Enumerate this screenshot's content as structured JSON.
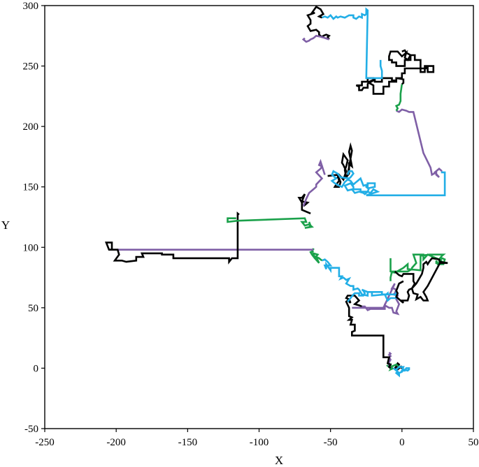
{
  "chart_data": {
    "type": "line",
    "title": "",
    "xlabel": "X",
    "ylabel": "Y",
    "xlim": [
      -250,
      50
    ],
    "ylim": [
      -50,
      300
    ],
    "x_ticks": [
      -250,
      -200,
      -150,
      -100,
      -50,
      0,
      50
    ],
    "y_ticks": [
      -50,
      0,
      50,
      100,
      150,
      200,
      250,
      300
    ],
    "grid": false,
    "legend": "none",
    "colors": {
      "black": "#000000",
      "purple": "#7f5fa6",
      "cyan": "#22aee6",
      "green": "#1ba14b"
    },
    "series": [
      {
        "color": "#000000",
        "x": [
          -2,
          -4,
          -3,
          -2,
          -3,
          -4,
          -2,
          -3,
          -5,
          -3,
          -1,
          0,
          -1
        ],
        "y": [
          1,
          0,
          1,
          3,
          4,
          2,
          1,
          2,
          0,
          -1,
          1,
          0,
          2
        ]
      },
      {
        "color": "#1ba14b",
        "x": [
          -2,
          -4,
          -6,
          -8,
          -8,
          -10,
          -8,
          -7,
          -8,
          -6
        ],
        "y": [
          1,
          3,
          2,
          1,
          3,
          2,
          0,
          1,
          -1,
          0
        ]
      },
      {
        "color": "#22aee6",
        "x": [
          -6,
          -4,
          -2,
          0,
          1,
          4,
          5,
          5,
          3,
          2,
          0,
          1,
          -2,
          -4,
          -3,
          -2,
          -2,
          -4,
          -3
        ],
        "y": [
          0,
          -2,
          -4,
          -3,
          -1,
          -2,
          -1,
          0,
          0,
          -2,
          -2,
          1,
          1,
          -1,
          -3,
          -5,
          -6,
          -4,
          -3
        ]
      },
      {
        "color": "#7f5fa6",
        "x": [
          -8,
          -9,
          -9,
          -8,
          -9,
          -8,
          -9,
          -8,
          -9
        ],
        "y": [
          0,
          2,
          5,
          7,
          9,
          10,
          11,
          12,
          13
        ]
      },
      {
        "color": "#000000",
        "x": [
          -8,
          -9,
          -8,
          -10,
          -9,
          -13,
          -13,
          -35,
          -35,
          -33,
          -33,
          -36,
          -35,
          -37,
          -35,
          -37,
          -37,
          -39,
          -38,
          -36,
          -37,
          -39,
          -38,
          -33,
          -30,
          -33,
          -30,
          -28
        ],
        "y": [
          0,
          1,
          3,
          4,
          9,
          9,
          27,
          27,
          30,
          31,
          36,
          36,
          40,
          40,
          42,
          43,
          50,
          55,
          56,
          54,
          57,
          58,
          60,
          60,
          56,
          53,
          52,
          51
        ]
      },
      {
        "color": "#7f5fa6",
        "x": [
          -28,
          -26,
          -24,
          -22,
          -12,
          -12,
          -9,
          -7,
          -6,
          -3,
          -4,
          -2,
          -3,
          -4,
          -3,
          -6,
          -5,
          -4,
          -6,
          -7,
          -5,
          -13,
          -35
        ],
        "y": [
          51,
          51,
          48,
          49,
          49,
          52,
          50,
          50,
          46,
          45,
          47,
          53,
          55,
          57,
          60,
          61,
          62,
          65,
          66,
          66,
          70,
          50,
          50
        ]
      },
      {
        "color": "#22aee6",
        "x": [
          -38,
          -36,
          -34,
          -33,
          -30,
          -30,
          -27,
          -26,
          -27,
          -28,
          -24,
          -14,
          -14,
          -11,
          -10,
          -10,
          -5,
          -4,
          -4,
          -4,
          -8,
          -10,
          -12,
          -21,
          -21,
          -24,
          -24,
          -28,
          -30,
          -31,
          -34,
          -34,
          -36,
          -39,
          -38,
          -37,
          -39,
          -41,
          -43,
          -42,
          -44,
          -44,
          -50,
          -50,
          -53,
          -53,
          -54,
          -50,
          -52,
          -54,
          -56
        ],
        "y": [
          55,
          58,
          61,
          62,
          62,
          60,
          60,
          62,
          64,
          65,
          63,
          63,
          61,
          61,
          62,
          61,
          61,
          60,
          64,
          58,
          58,
          56,
          61,
          60,
          63,
          63,
          60,
          61,
          65,
          66,
          65,
          68,
          68,
          70,
          72,
          74,
          73,
          75,
          74,
          76,
          76,
          83,
          83,
          81,
          86,
          82,
          85,
          85,
          88,
          90,
          89
        ]
      },
      {
        "color": "#1ba14b",
        "x": [
          -56,
          -58,
          -60,
          -58,
          -61,
          -59,
          -62,
          -61,
          -63,
          -64,
          -62,
          -63,
          -62,
          -62
        ],
        "y": [
          89,
          91,
          92,
          87,
          91,
          94,
          95,
          91,
          94,
          96,
          97,
          96,
          99,
          98
        ]
      },
      {
        "color": "#7f5fa6",
        "x": [
          -62,
          -205
        ],
        "y": [
          98,
          98
        ]
      },
      {
        "color": "#000000",
        "x": [
          -205,
          -203,
          -203,
          -207,
          -205,
          -199,
          -198,
          -201,
          -196,
          -193,
          -186,
          -186,
          -181,
          -182,
          -168,
          -168,
          -160,
          -160,
          -121,
          -121,
          -119,
          -115,
          -115,
          -114
        ],
        "y": [
          98,
          98,
          104,
          104,
          98,
          98,
          94,
          89,
          89,
          88,
          89,
          92,
          92,
          95,
          95,
          94,
          94,
          91,
          91,
          88,
          91,
          91,
          128,
          127
        ]
      },
      {
        "color": "#1ba14b",
        "x": [
          -116,
          -122,
          -122,
          -115,
          -68,
          -67,
          -70,
          -68,
          -65,
          -64,
          -68,
          -63,
          -64,
          -65
        ],
        "y": [
          124,
          124,
          121,
          122,
          124,
          121,
          121,
          118,
          119,
          117,
          116,
          117,
          118,
          121
        ]
      },
      {
        "color": "#000000",
        "x": [
          -64,
          -70,
          -70,
          -72,
          -70,
          -68,
          -70,
          -66,
          -68,
          -69
        ],
        "y": [
          128,
          131,
          137,
          141,
          141,
          144,
          138,
          137,
          135,
          134
        ]
      },
      {
        "color": "#7f5fa6",
        "x": [
          -69,
          -67,
          -65,
          -62,
          -60,
          -60,
          -56,
          -60,
          -57,
          -56,
          -58,
          -57,
          -54
        ],
        "y": [
          134,
          140,
          145,
          148,
          150,
          152,
          157,
          162,
          165,
          167,
          168,
          171,
          160
        ]
      },
      {
        "color": "#000000",
        "x": [
          -52,
          -45,
          -44,
          -46,
          -47,
          -44,
          -43,
          -44,
          -45,
          -44,
          -41,
          -39,
          -41,
          -42,
          -41,
          -38,
          -39,
          -40,
          -39,
          -37,
          -37,
          -35,
          -36,
          -37,
          -36,
          -35,
          -38
        ],
        "y": [
          159,
          160,
          155,
          152,
          150,
          150,
          154,
          157,
          158,
          160,
          156,
          163,
          168,
          170,
          177,
          172,
          167,
          164,
          158,
          161,
          169,
          167,
          173,
          179,
          184,
          180,
          160
        ]
      },
      {
        "color": "#22aee6",
        "x": [
          -38,
          -37,
          -35,
          -34,
          -36,
          -37,
          -43,
          -45,
          -48,
          -49,
          -46,
          -49,
          -47,
          -44,
          -42,
          -40,
          -38,
          -36,
          -34,
          -33,
          -31,
          -29,
          -27,
          -24,
          -25,
          -24,
          -24,
          -19,
          -19,
          -23,
          -24,
          -29,
          -29,
          -34,
          -34,
          -36,
          -40,
          -38,
          -35,
          -33,
          -30,
          -27,
          -26,
          -24,
          -22,
          -20,
          -17,
          -25,
          -25,
          30,
          30,
          28,
          28
        ],
        "y": [
          160,
          163,
          163,
          161,
          158,
          157,
          158,
          161,
          163,
          160,
          157,
          155,
          153,
          151,
          150,
          154,
          156,
          155,
          152,
          153,
          155,
          157,
          151,
          152,
          150,
          149,
          153,
          153,
          150,
          149,
          146,
          146,
          148,
          148,
          150,
          153,
          151,
          147,
          148,
          145,
          146,
          145,
          144,
          146,
          145,
          148,
          146,
          143,
          143,
          143,
          162,
          162,
          163
        ]
      },
      {
        "color": "#7f5fa6",
        "x": [
          28,
          26,
          23,
          26,
          24,
          24,
          21,
          20,
          15,
          8,
          5,
          3,
          0,
          -2,
          -4
        ],
        "y": [
          163,
          165,
          162,
          158,
          160,
          162,
          160,
          166,
          178,
          212,
          212,
          213,
          214,
          212,
          213
        ]
      },
      {
        "color": "#1ba14b",
        "x": [
          -4,
          -3,
          -4,
          -2,
          -1,
          -1,
          0
        ],
        "y": [
          213,
          215,
          217,
          218,
          221,
          227,
          235
        ]
      },
      {
        "color": "#000000",
        "x": [
          0,
          1,
          1,
          -4,
          -4,
          -9,
          -9,
          -13,
          -13,
          -20,
          -20,
          -23,
          -20,
          -20,
          -24,
          -24,
          -28,
          -28,
          -32,
          -30,
          -30,
          -28,
          -27,
          -24,
          -24,
          -23,
          -19,
          -19,
          -14,
          -14,
          -7,
          -7,
          -4,
          -4,
          0,
          0,
          2,
          2,
          17,
          17,
          22,
          22,
          18,
          18,
          16,
          16,
          13,
          13,
          9,
          9,
          6,
          6,
          2,
          2,
          -4,
          -4,
          -7,
          -7,
          -9,
          -9,
          -8,
          -3,
          0,
          2,
          3,
          2,
          4,
          6,
          3,
          2,
          0
        ],
        "y": [
          235,
          236,
          239,
          240,
          237,
          237,
          233,
          233,
          227,
          227,
          234,
          236,
          238,
          240,
          240,
          237,
          237,
          234,
          234,
          233,
          230,
          230,
          232,
          232,
          235,
          237,
          239,
          237,
          237,
          240,
          240,
          238,
          238,
          240,
          240,
          244,
          244,
          248,
          248,
          250,
          250,
          245,
          245,
          250,
          250,
          245,
          245,
          255,
          255,
          259,
          259,
          255,
          255,
          250,
          250,
          253,
          253,
          255,
          255,
          258,
          262,
          262,
          258,
          260,
          261,
          257,
          255,
          259,
          261,
          263,
          262
        ]
      },
      {
        "color": "#22aee6",
        "x": [
          -15,
          -15,
          -14,
          -14,
          -25,
          -24,
          -25,
          -25,
          -26,
          -28,
          -28,
          -30,
          -32,
          -34,
          -34,
          -37,
          -40,
          -43,
          -45,
          -46,
          -48,
          -50,
          -52,
          -54,
          -56
        ],
        "y": [
          255,
          250,
          246,
          240,
          240,
          296,
          297,
          293,
          292,
          293,
          290,
          291,
          289,
          290,
          292,
          292,
          290,
          291,
          290,
          291,
          289,
          292,
          290,
          291,
          290
        ]
      },
      {
        "color": "#000000",
        "x": [
          -56,
          -58,
          -55,
          -57,
          -60,
          -63,
          -61,
          -66,
          -64,
          -64,
          -66,
          -65,
          -64,
          -60,
          -58,
          -58,
          -56,
          -55,
          -53,
          -51,
          -52,
          -51
        ],
        "y": [
          290,
          291,
          293,
          297,
          299,
          294,
          294,
          292,
          288,
          285,
          283,
          281,
          279,
          280,
          278,
          276,
          274,
          275,
          276,
          275,
          274,
          272
        ]
      },
      {
        "color": "#7f5fa6",
        "x": [
          -51,
          -56,
          -60,
          -62,
          -64,
          -65,
          -67,
          -69,
          -68
        ],
        "y": [
          272,
          274,
          275,
          273,
          272,
          271,
          270,
          272,
          273
        ]
      },
      {
        "color": "#1ba14b",
        "x": [
          -8,
          -8,
          -7,
          -4,
          4,
          7,
          7,
          10,
          8,
          15,
          15,
          18,
          26,
          28,
          27,
          28,
          30,
          29,
          25,
          24,
          24,
          27,
          26,
          26,
          28,
          29,
          19,
          13,
          13,
          4,
          4,
          1,
          -2,
          -5,
          -8,
          -8
        ],
        "y": [
          72,
          75,
          80,
          80,
          80,
          82,
          83,
          87,
          94,
          94,
          90,
          94,
          90,
          88,
          90,
          91,
          90,
          86,
          86,
          89,
          87,
          87,
          88,
          90,
          93,
          94,
          94,
          93,
          81,
          82,
          86,
          83,
          81,
          79,
          80,
          91
        ]
      },
      {
        "color": "#000000",
        "x": [
          -5,
          -2,
          0,
          1,
          8,
          8,
          9,
          7,
          8,
          11,
          10,
          13,
          15,
          18,
          17,
          15,
          18,
          27,
          32,
          27,
          26,
          21,
          19,
          18,
          17,
          15,
          15,
          14,
          12,
          10,
          7,
          5,
          4,
          5,
          4,
          0,
          1,
          0,
          -2,
          -3,
          -4,
          -3,
          -4,
          -3,
          -2,
          1
        ],
        "y": [
          80,
          77,
          76,
          78,
          78,
          72,
          70,
          66,
          62,
          61,
          57,
          59,
          56,
          56,
          59,
          63,
          68,
          88,
          87,
          87,
          90,
          91,
          88,
          86,
          88,
          86,
          83,
          78,
          74,
          70,
          66,
          65,
          63,
          60,
          56,
          56,
          54,
          55,
          57,
          58,
          59,
          62,
          64,
          67,
          70,
          72
        ]
      }
    ]
  }
}
